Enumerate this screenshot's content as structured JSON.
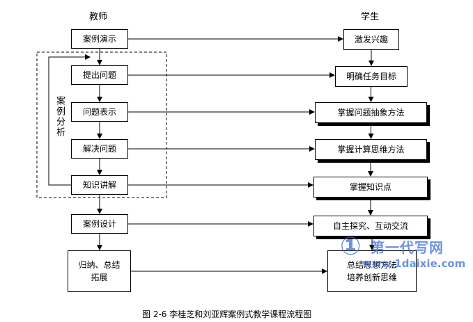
{
  "headers": {
    "teacher": "教师",
    "student": "学生"
  },
  "teacher_steps": [
    {
      "id": "t1",
      "label": "案例演示"
    },
    {
      "id": "t2",
      "label": "提出问题"
    },
    {
      "id": "t3",
      "label": "问题表示"
    },
    {
      "id": "t4",
      "label": "解决问题"
    },
    {
      "id": "t5",
      "label": "知识讲解"
    },
    {
      "id": "t6",
      "label": "案例设计"
    },
    {
      "id": "t7",
      "label": "归纳、总结\n拓展"
    }
  ],
  "student_steps": [
    {
      "id": "s1",
      "label": "激发兴趣"
    },
    {
      "id": "s2",
      "label": "明确任务目标"
    },
    {
      "id": "s3",
      "label": "掌握问题抽象方法"
    },
    {
      "id": "s4",
      "label": "掌握计算思维方法"
    },
    {
      "id": "s5",
      "label": "掌握知识点"
    },
    {
      "id": "s6",
      "label": "自主探究、互动交流"
    },
    {
      "id": "s7",
      "label": "总结思想方法\n培养创新思维"
    }
  ],
  "group_label": "案例分析",
  "caption": "图 2-6  李桂芝和刘亚辉案例式教学课程流程图",
  "watermark": {
    "main": "第一代写网",
    "sub": "www.1daixie.com",
    "glyph": "①"
  }
}
